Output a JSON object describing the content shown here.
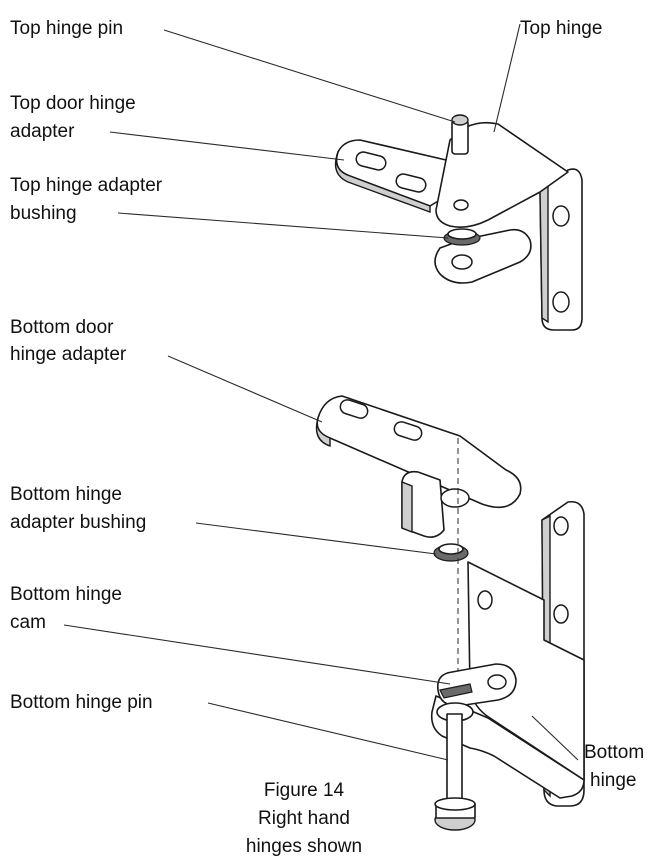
{
  "labels": {
    "top_hinge_pin": "Top hinge pin",
    "top_hinge": "Top hinge",
    "top_door_hinge_adapter_1": "Top door hinge",
    "top_door_hinge_adapter_2": "adapter",
    "top_hinge_adapter_bushing_1": "Top hinge adapter",
    "top_hinge_adapter_bushing_2": "bushing",
    "bottom_door_hinge_adapter_1": "Bottom door",
    "bottom_door_hinge_adapter_2": "hinge adapter",
    "bottom_hinge_adapter_bushing_1": "Bottom hinge",
    "bottom_hinge_adapter_bushing_2": "adapter bushing",
    "bottom_hinge_cam_1": "Bottom hinge",
    "bottom_hinge_cam_2": "cam",
    "bottom_hinge_pin": "Bottom hinge pin",
    "bottom_hinge_1": "Bottom",
    "bottom_hinge_2": "hinge"
  },
  "caption": {
    "line1": "Figure 14",
    "line2": "Right hand",
    "line3": "hinges shown"
  }
}
